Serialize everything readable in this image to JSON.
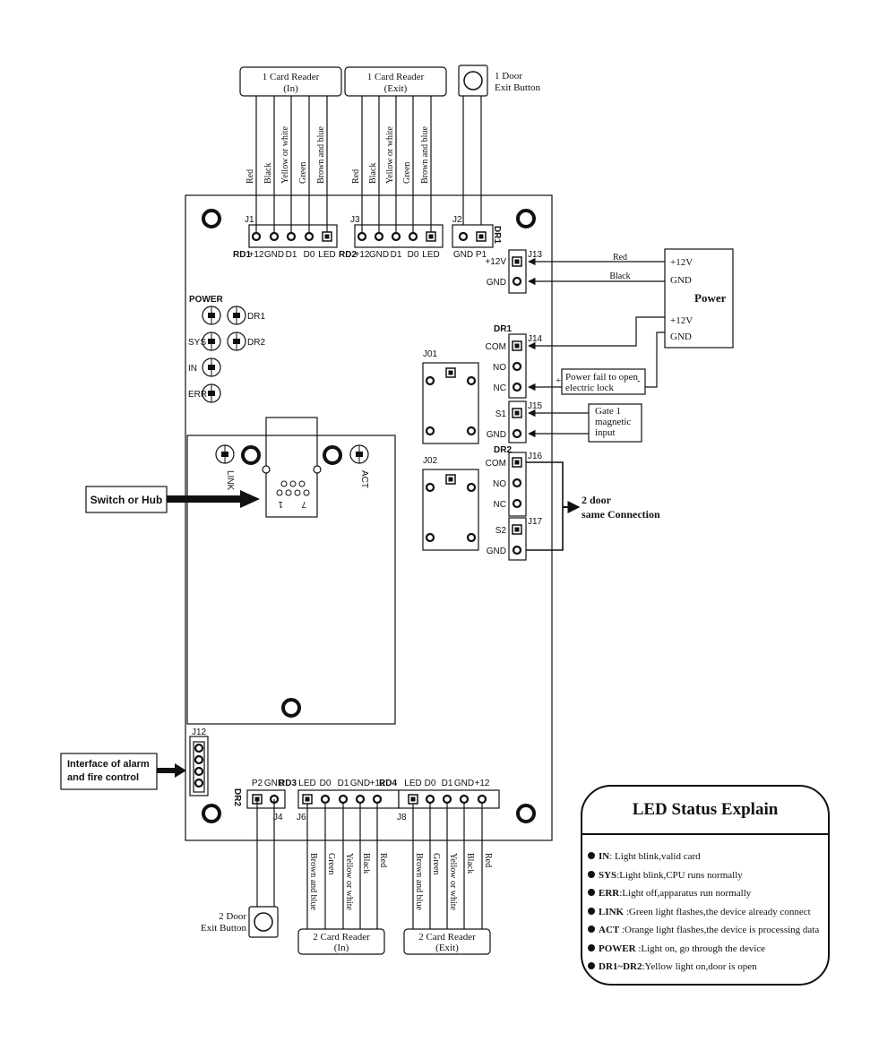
{
  "readers": {
    "rd1": {
      "box": [
        "1 Card Reader",
        "(In)"
      ],
      "wires": [
        "Red",
        "Black",
        "Yellow or white",
        "Green",
        "Brown and blue"
      ],
      "header": "J1",
      "name": "RD1",
      "pins": [
        "+12",
        "GND",
        "D1",
        "D0",
        "LED"
      ]
    },
    "rd2": {
      "box": [
        "1 Card Reader",
        "(Exit)"
      ],
      "wires": [
        "Red",
        "Black",
        "Yellow or white",
        "Green",
        "Brown and blue"
      ],
      "header": "J3",
      "name": "RD2",
      "pins": [
        "+12",
        "GND",
        "D1",
        "D0",
        "LED"
      ]
    },
    "rd3": {
      "box": [
        "2 Card Reader",
        "(In)"
      ],
      "wires": [
        "Brown and blue",
        "Green",
        "Yellow or white",
        "Black",
        "Red"
      ],
      "header": "J6",
      "name": "RD3",
      "pins": [
        "LED",
        "D0",
        "D1",
        "GND",
        "+12"
      ]
    },
    "rd4": {
      "box": [
        "2 Card Reader",
        "(Exit)"
      ],
      "wires": [
        "Brown and blue",
        "Green",
        "Yellow or white",
        "Black",
        "Red"
      ],
      "header": "J8",
      "name": "RD4",
      "pins": [
        "LED",
        "D0",
        "D1",
        "GND",
        "+12"
      ]
    }
  },
  "exit_buttons": {
    "door1": {
      "label": [
        "1 Door",
        "Exit Button"
      ],
      "header": "J2",
      "name": "DR1",
      "pins": [
        "GND",
        "P1"
      ]
    },
    "door2": {
      "label": [
        "2 Door",
        "Exit Button"
      ],
      "header": "J4",
      "name": "DR2",
      "pins": [
        "P2",
        "GND"
      ]
    }
  },
  "power": {
    "title": "Power",
    "terminals": [
      "+12V",
      "GND",
      "+12V",
      "GND"
    ],
    "wires": [
      "Red",
      "Black"
    ],
    "j13": {
      "header": "J13",
      "pins": [
        "+12V",
        "GND"
      ]
    }
  },
  "dr1": {
    "name": "DR1",
    "j14": {
      "header": "J14",
      "pins": [
        "COM",
        "NO",
        "NC"
      ]
    },
    "j15": {
      "header": "J15",
      "pins": [
        "S1",
        "GND"
      ]
    }
  },
  "dr2": {
    "name": "DR2",
    "j16": {
      "header": "J16",
      "pins": [
        "COM",
        "NO",
        "NC"
      ]
    },
    "j17": {
      "header": "J17",
      "pins": [
        "S2",
        "GND"
      ]
    }
  },
  "lock_note": {
    "lines": [
      "Power fail to open",
      "electric lock"
    ],
    "plus": "+",
    "minus": "-"
  },
  "gate_note": {
    "lines": [
      "Gate 1",
      "magnetic",
      "input"
    ]
  },
  "door2_same": {
    "lines": [
      "2 door",
      "same Connection"
    ]
  },
  "relays": [
    "J01",
    "J02"
  ],
  "leds": {
    "power": "POWER",
    "sys": "SYS",
    "in": "IN",
    "err": "ERR",
    "dr1": "DR1",
    "dr2": "DR2",
    "link": "LINK",
    "act": "ACT"
  },
  "rj45_pins": [
    "1",
    "7"
  ],
  "switch_label": "Switch or Hub",
  "alarm": {
    "lines": [
      "Interface of alarm",
      "and fire control"
    ],
    "header": "J12"
  },
  "legend": {
    "title": "LED Status Explain",
    "items": [
      {
        "key": "IN",
        "text": ": Light blink,valid card"
      },
      {
        "key": "SYS",
        "text": ":Light blink,CPU runs normally"
      },
      {
        "key": "ERR",
        "text": ":Light off,apparatus run normally"
      },
      {
        "key": "LINK",
        "text": " :Green light flashes,the device already connect"
      },
      {
        "key": "ACT",
        "text": " :Orange light flashes,the device is processing data"
      },
      {
        "key": "POWER",
        "text": " :Light on, go through the device"
      },
      {
        "key": "DR1~DR2",
        "text": ":Yellow light on,door is open"
      }
    ]
  }
}
